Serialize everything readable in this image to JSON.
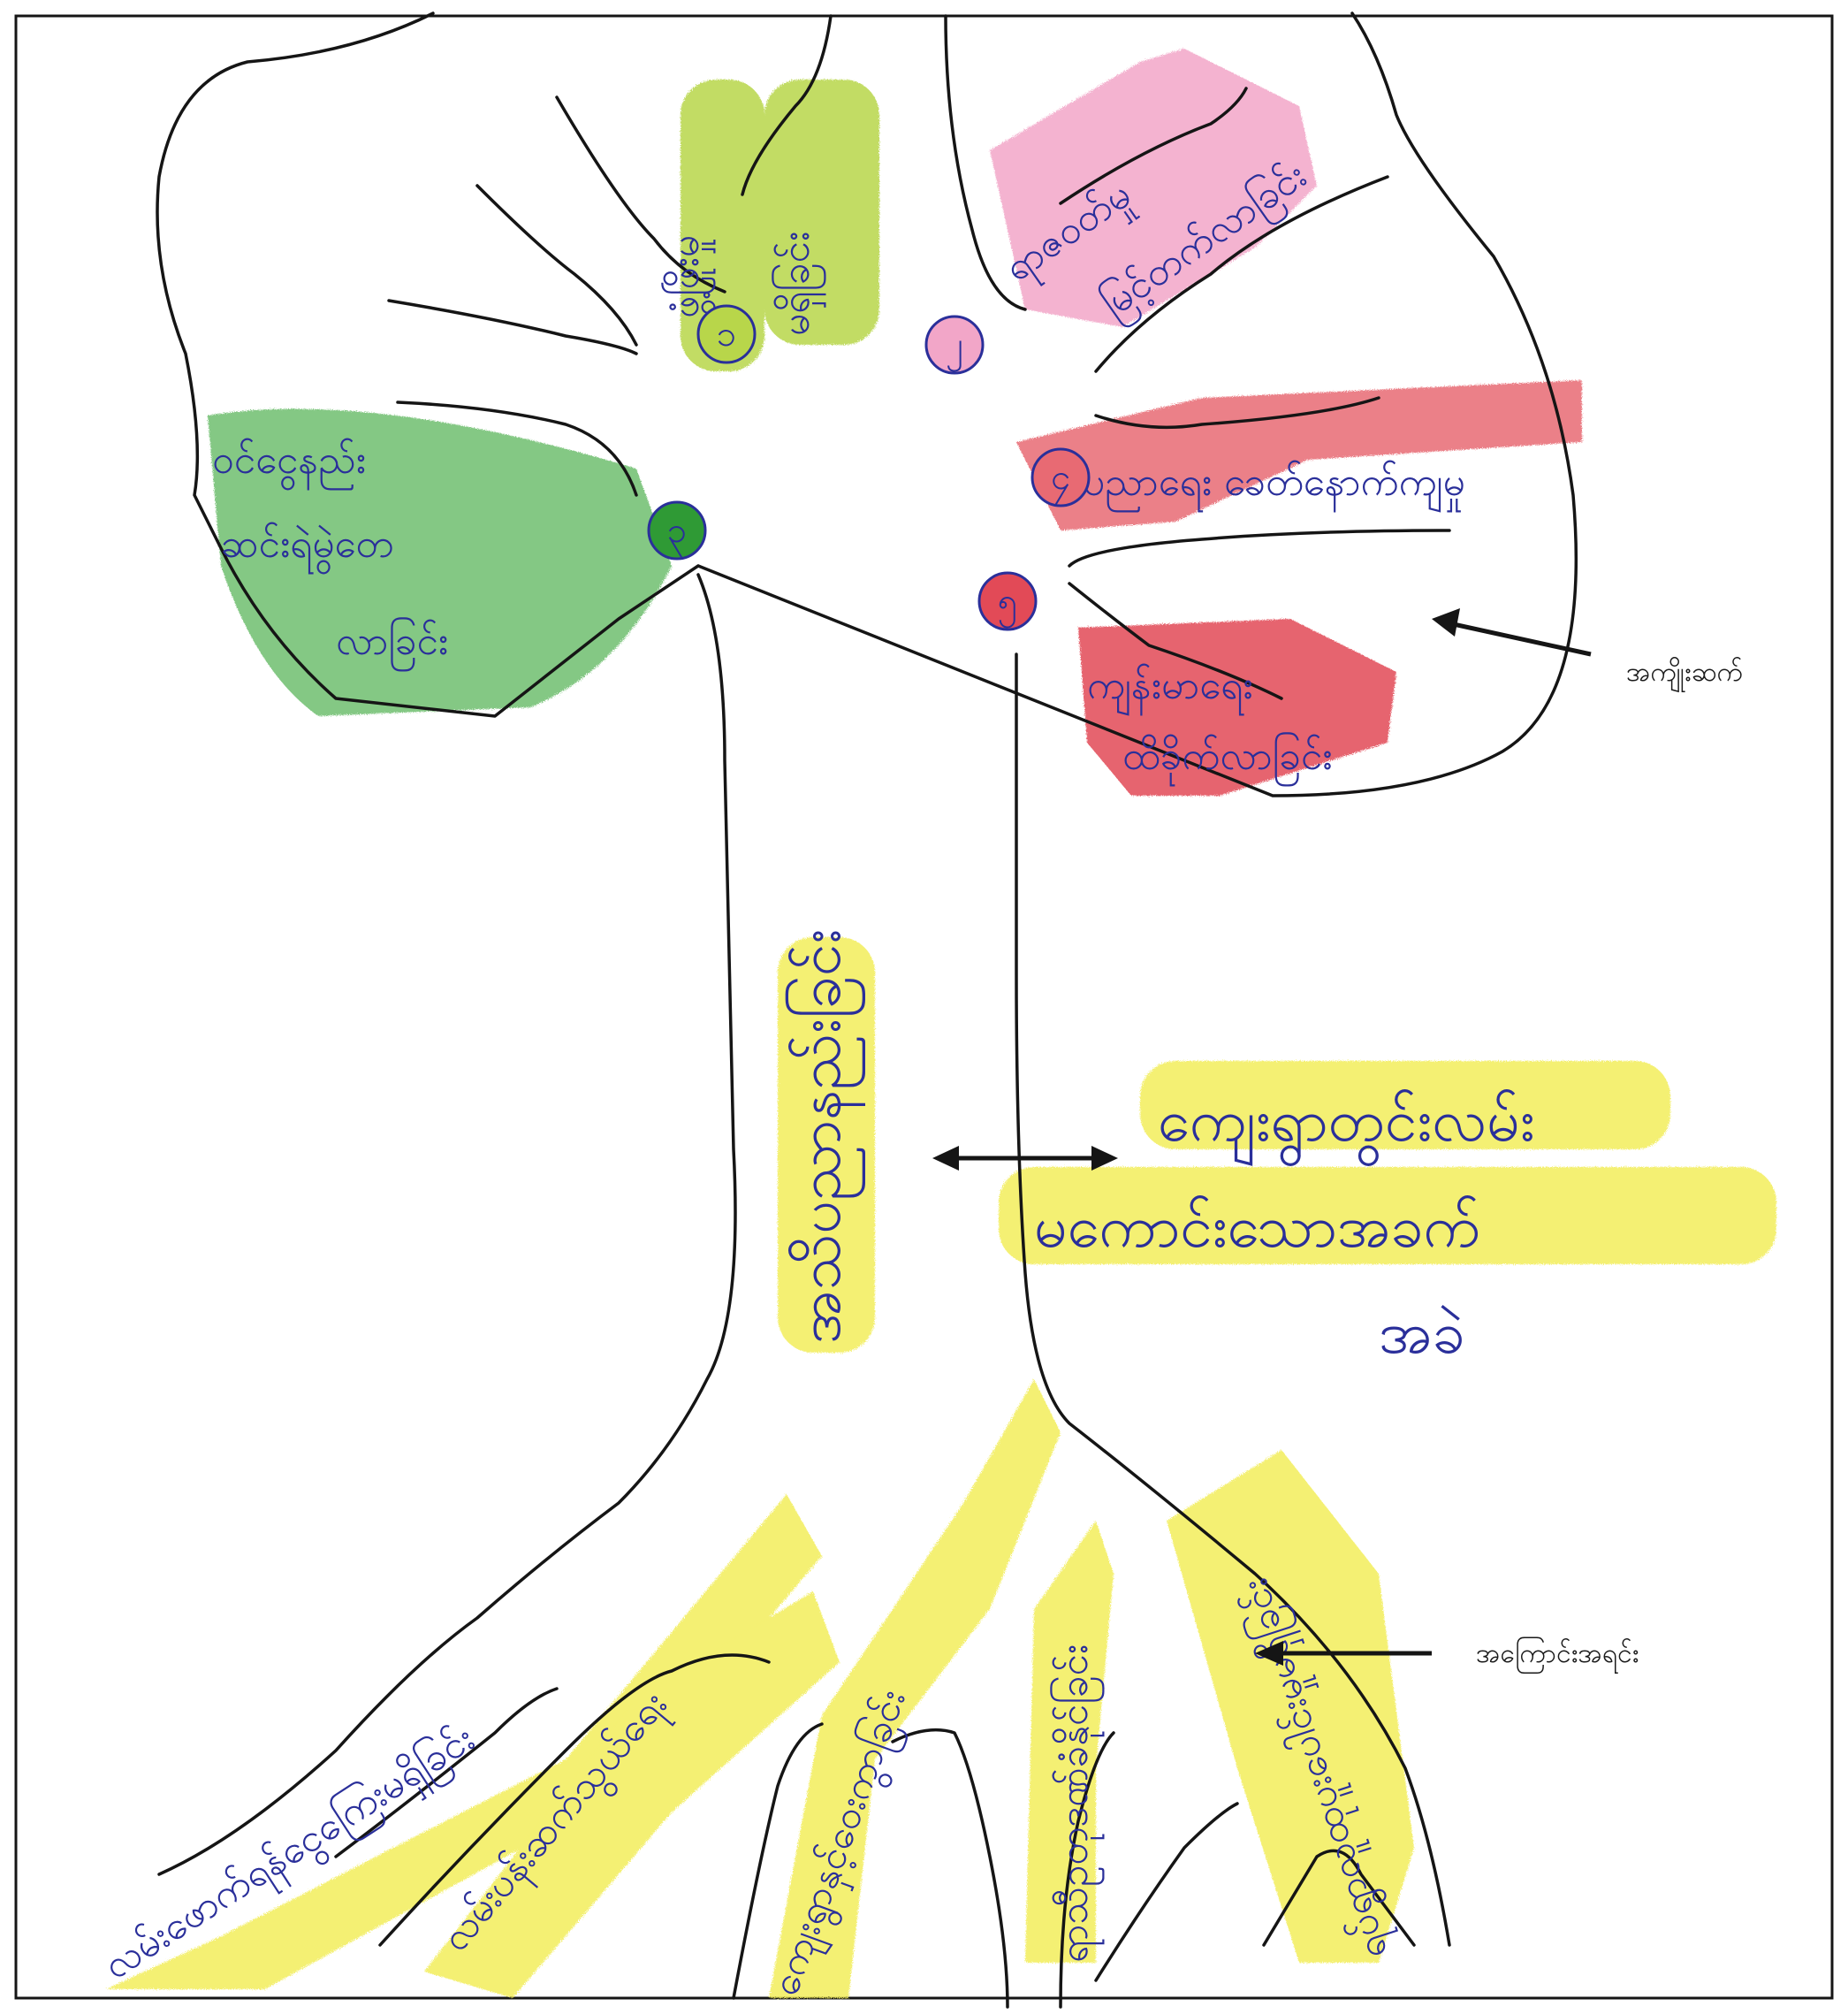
{
  "colors": {
    "outline": "#151515",
    "ink": "#2a2f9a",
    "green_light": "#b8d64a",
    "green_dark": "#2f9a35",
    "pink": "#f2a6c8",
    "red": "#e8636b",
    "yellow": "#f3ee5a"
  },
  "effects": {
    "label": "အကျိုးဆက်",
    "items": [
      {
        "number": "၁",
        "lines": [
          "ဖွံ့ဖြိုးမှု",
          "မရှိခြင်း"
        ]
      },
      {
        "number": "၂",
        "lines": [
          "ရာဇ၀တ်မှု",
          "မြင့်တက်လာခြင်း"
        ]
      },
      {
        "number": "၃",
        "lines": [
          "ဝင်ငွေနည်း",
          "ဆင်းရဲမွဲတေ",
          "လာခြင်း"
        ]
      },
      {
        "number": "၄",
        "lines": [
          "ပညာရေး ခေတ်နောက်ကျမှု"
        ]
      },
      {
        "number": "၅",
        "lines": [
          "ကျန်းမာရေး",
          "ထိခိုက်လာခြင်း"
        ]
      }
    ]
  },
  "problem": {
    "trunk_text": "အသိပညာနည်းခြင်း",
    "center_lines": [
      "ကျေးရွာတွင်းလမ်း",
      "မကောင်းသောအခက်",
      "အခဲ"
    ]
  },
  "causes": {
    "label": "အကြောင်းအရင်း",
    "items": [
      "လမ်းဖောက်ရန်ငွေကြေးမရှိခြင်း",
      "လမ်းပန်းဆက်သွယ်ရေး",
      "ကျေးရွာနှင့်ဝေးကွာခြင်း",
      "ရာသီဥတုဒဏ်ခံနိုင်ခြင်း",
      "ရပ်ရွာလူထုပူးပေါင်းမှုမရှိခြင်း"
    ]
  }
}
